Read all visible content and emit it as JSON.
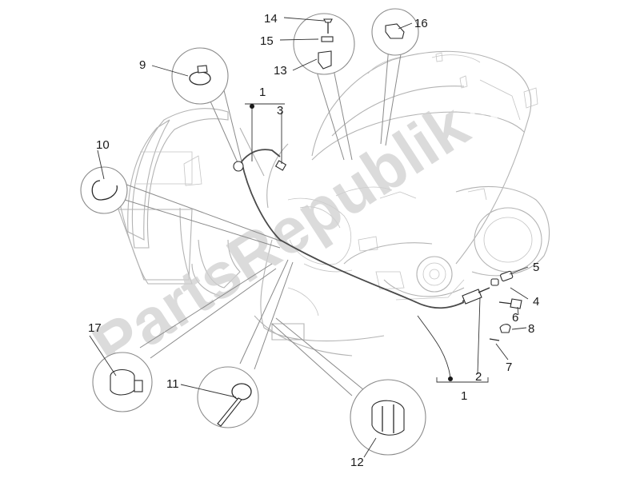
{
  "watermark": {
    "text": "PartsRepublik",
    "icon": "gear-icon"
  },
  "callouts": [
    {
      "id": "c14",
      "label": "14"
    },
    {
      "id": "c15",
      "label": "15"
    },
    {
      "id": "c16",
      "label": "16"
    },
    {
      "id": "c13",
      "label": "13"
    },
    {
      "id": "c9",
      "label": "9"
    },
    {
      "id": "c1a",
      "label": "1"
    },
    {
      "id": "c3",
      "label": "3"
    },
    {
      "id": "c10",
      "label": "10"
    },
    {
      "id": "c5",
      "label": "5"
    },
    {
      "id": "c4",
      "label": "4"
    },
    {
      "id": "c6",
      "label": "6"
    },
    {
      "id": "c8",
      "label": "8"
    },
    {
      "id": "c7",
      "label": "7"
    },
    {
      "id": "c2",
      "label": "2"
    },
    {
      "id": "c1b",
      "label": "1"
    },
    {
      "id": "c17",
      "label": "17"
    },
    {
      "id": "c11",
      "label": "11"
    },
    {
      "id": "c12",
      "label": "12"
    }
  ],
  "colors": {
    "line": "#2a2a2a",
    "ghost": "#b3b3b3",
    "watermark": "#d0d0d0"
  }
}
